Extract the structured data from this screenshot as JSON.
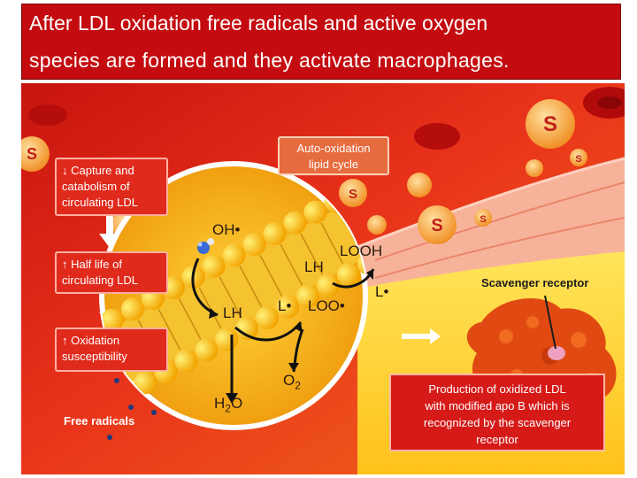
{
  "title": {
    "line1": "After LDL oxidation free radicals and active oxygen",
    "line2": "species are formed and they activate macrophages."
  },
  "diagram": {
    "left_boxes": [
      {
        "arrow": "↓",
        "line1": "Capture and",
        "line2": "catabolism of",
        "line3": "circulating LDL"
      },
      {
        "arrow": "↑",
        "line1": "Half life of",
        "line2": "circulating LDL"
      },
      {
        "arrow": "↑",
        "line1": "Oxidation",
        "line2": "susceptibility"
      }
    ],
    "auto_oxidation": {
      "line1": "Auto-oxidation",
      "line2": "lipid cycle"
    },
    "chemistry": {
      "oh": "OH•",
      "looh": "LOOH",
      "lh_top": "LH",
      "l_dot_right": "L•",
      "lh_left": "LH",
      "l_dot": "L•",
      "loo": "LOO•",
      "o2": "O",
      "o2_sub": "2",
      "h2o_h": "H",
      "h2o_sub": "2",
      "h2o_o": "O"
    },
    "scavenger_receptor": "Scavenger receptor",
    "free_radicals": "Free radicals",
    "production": {
      "line1": "Production of oxidized LDL",
      "line2": "with modified apo B which is",
      "line3": "recognized by the scavenger",
      "line4": "receptor"
    },
    "ldl_symbol": "S",
    "colors": {
      "title_bg": "#c40b10",
      "background_red": "#e8231a",
      "background_yellow": "#ffd84a",
      "box_red": "#e02a1c",
      "macrophage": "#e04a12"
    }
  }
}
